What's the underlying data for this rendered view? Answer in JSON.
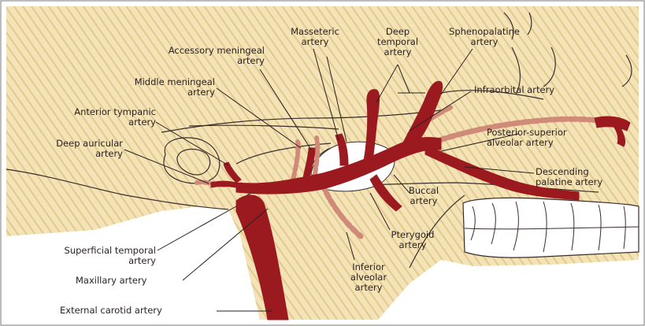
{
  "labels": {
    "masseteric": "Masseteric\nartery",
    "deep_temporal": "Deep\ntemporal\nartery",
    "sphenopalatine": "Sphenopalatine\nartery",
    "accessory_meningeal": "Accessory meningeal\nartery",
    "middle_meningeal": "Middle meningeal\nartery",
    "infraorbital": "Infraorbital artery",
    "anterior_tympanic": "Anterior tympanic\nartery",
    "posterior_superior_alveolar": "Posterior-superior\nalveolar artery",
    "deep_auricular": "Deep auricular\nartery",
    "descending_palatine": "Descending\npalatine artery",
    "buccal": "Buccal\nartery",
    "pterygoid": "Pterygoid\nartery",
    "superficial_temporal": "Superficial temporal\nartery",
    "inferior_alveolar": "Inferior\nalveolar\nartery",
    "maxillary": "Maxillary artery",
    "external_carotid": "External carotid artery"
  },
  "colors": {
    "background": "#f3e3b6",
    "bone": "#e6ca8a",
    "artery": "#9b1a20",
    "artery_dashed": "#d08a78",
    "outline": "#3a2c2c",
    "white": "#ffffff"
  }
}
